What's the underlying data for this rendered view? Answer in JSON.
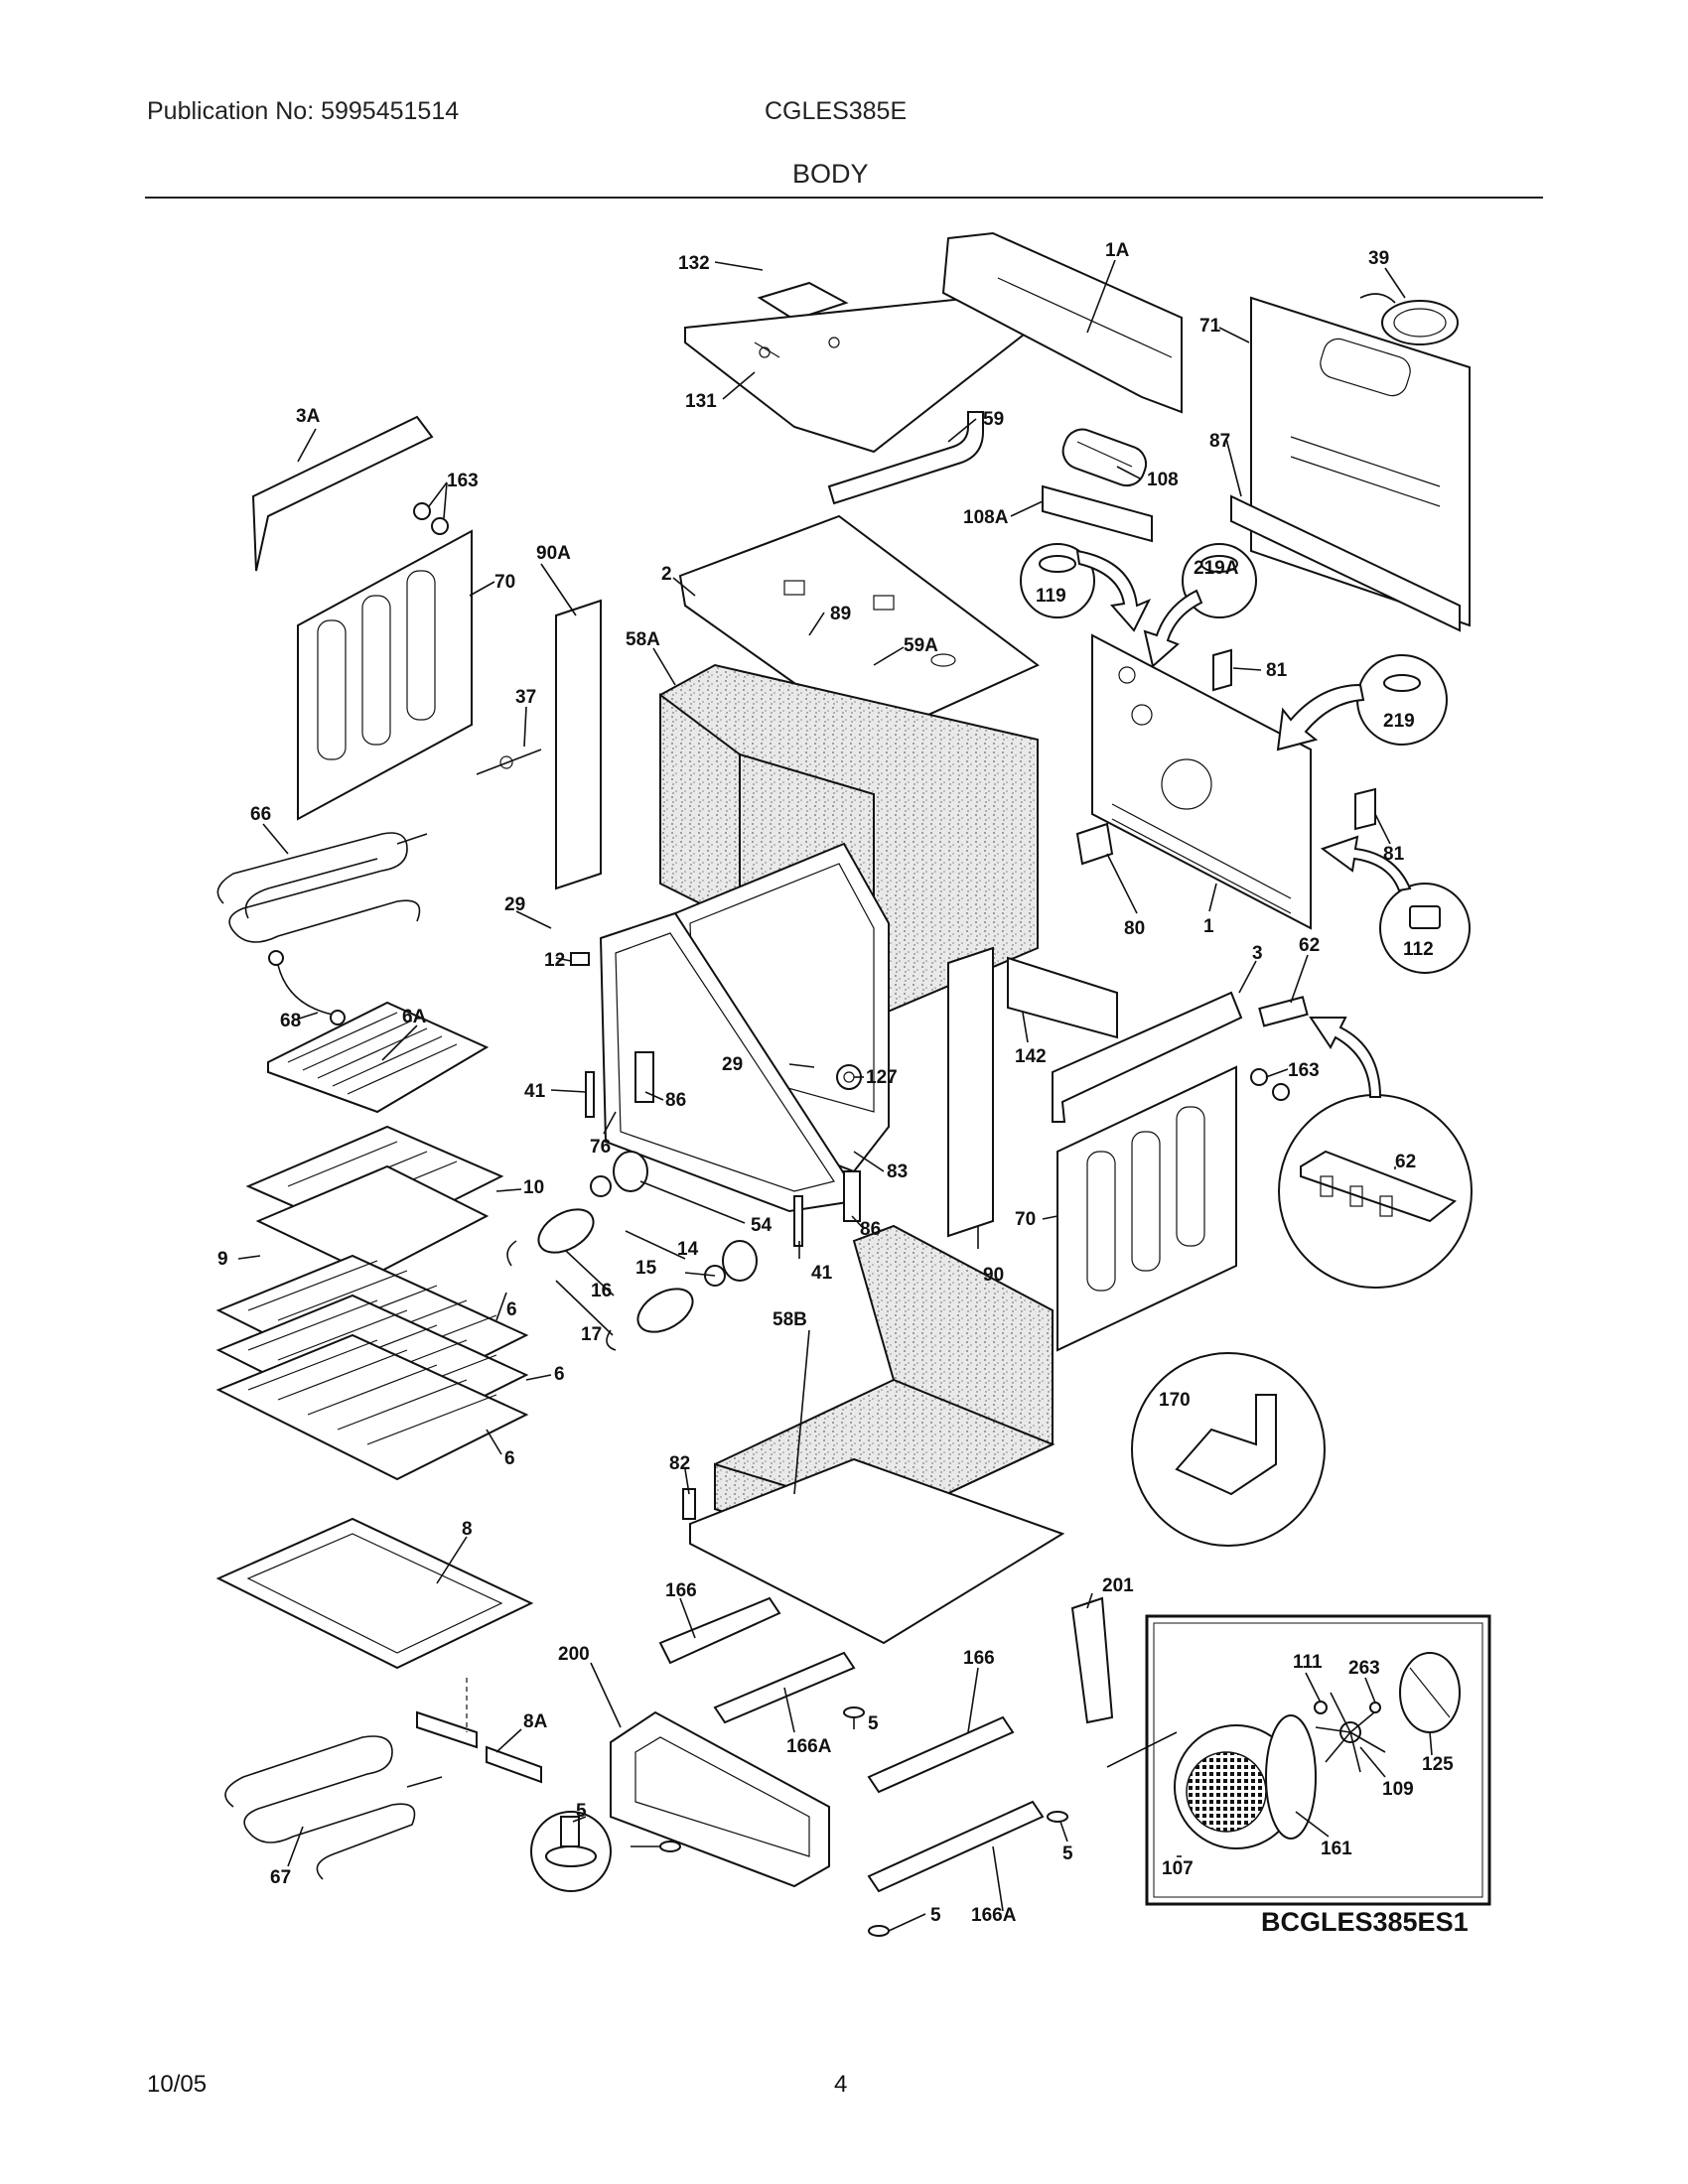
{
  "header": {
    "publication": "Publication No: 5995451514",
    "model": "CGLES385E",
    "section": "BODY"
  },
  "footer": {
    "date": "10/05",
    "page": "4"
  },
  "diagram_code": "BCGLES385ES1",
  "callouts": {
    "p132": "132",
    "p1A": "1A",
    "p39": "39",
    "p71": "71",
    "p131": "131",
    "p3A": "3A",
    "p163a": "163",
    "p59": "59",
    "p108": "108",
    "p87": "87",
    "p108A": "108A",
    "p90A": "90A",
    "p70a": "70",
    "p2": "2",
    "p119": "119",
    "p219A": "219A",
    "p89": "89",
    "p58A": "58A",
    "p59A": "59A",
    "p81a": "81",
    "p219": "219",
    "p37": "37",
    "p66": "66",
    "p81b": "81",
    "p29a": "29",
    "p80": "80",
    "p1": "1",
    "p112": "112",
    "p12": "12",
    "p3": "3",
    "p62a": "62",
    "p68": "68",
    "p6A": "6A",
    "p29b": "29",
    "p127": "127",
    "p142": "142",
    "p163b": "163",
    "p41a": "41",
    "p86a": "86",
    "p76": "76",
    "p10": "10",
    "p83": "83",
    "p62b": "62",
    "p54": "54",
    "p86b": "86",
    "p70b": "70",
    "p14": "14",
    "p9": "9",
    "p15": "15",
    "p41b": "41",
    "p90": "90",
    "p16": "16",
    "p6a": "6",
    "p58B": "58B",
    "p17": "17",
    "p6b": "6",
    "p6c": "6",
    "p170": "170",
    "p82": "82",
    "p8": "8",
    "p166a": "166",
    "p201": "201",
    "p263": "263",
    "p200": "200",
    "p166b": "166",
    "p111": "111",
    "p5a": "5",
    "p8A": "8A",
    "p166Aa": "166A",
    "p125": "125",
    "p109": "109",
    "p5b": "5",
    "p67": "67",
    "p5c": "5",
    "p161": "161",
    "p107": "107",
    "p5d": "5",
    "p166Ab": "166A"
  }
}
